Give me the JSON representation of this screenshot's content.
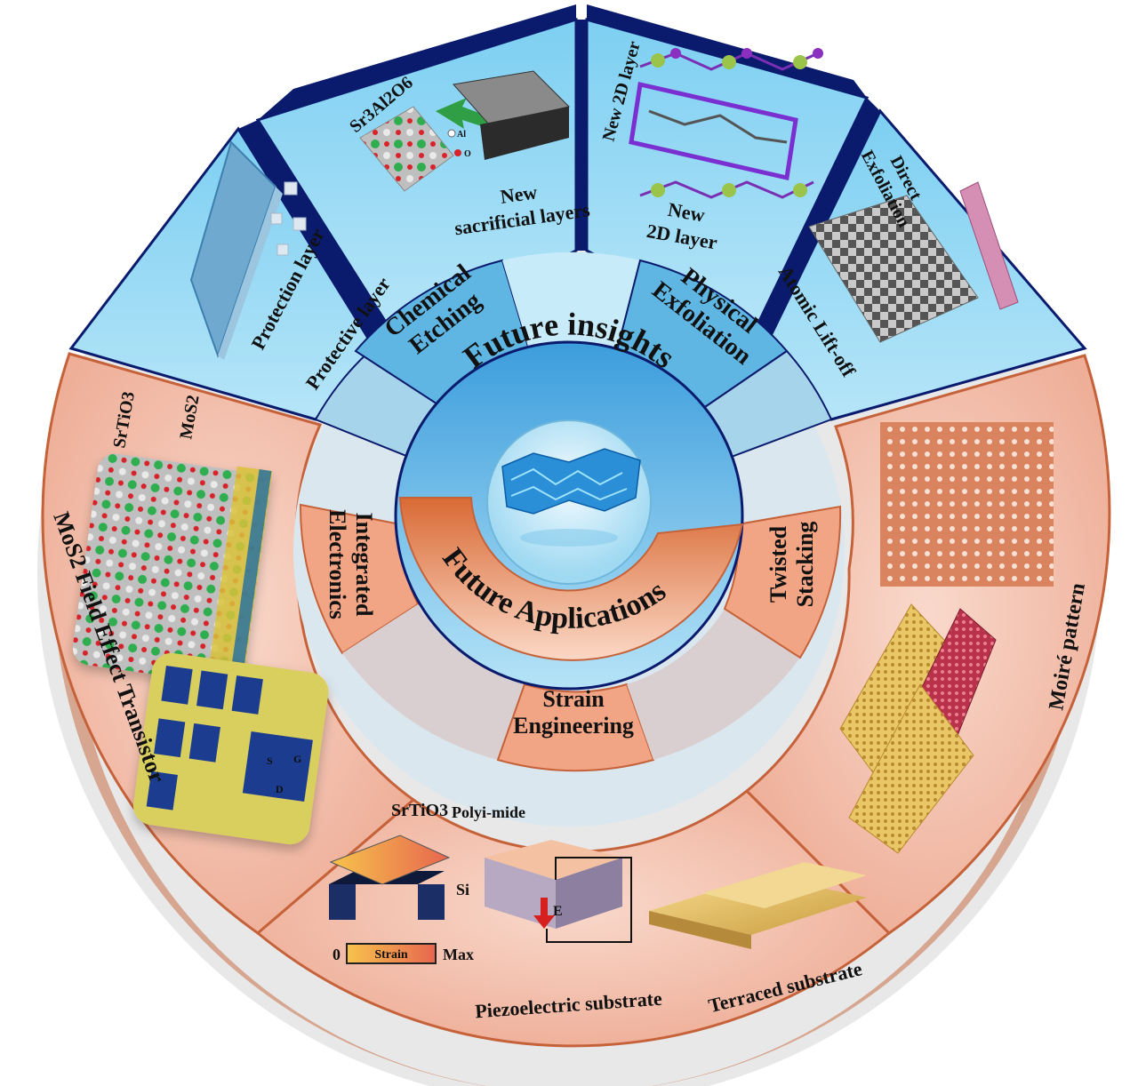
{
  "center": {
    "top_label": "Future insights",
    "bottom_label": "Future Applications"
  },
  "insights": {
    "chemical_etching": "Chemical Etching",
    "physical_exfoliation": "Physical Exfoliation",
    "protective_layer": "Protective layer",
    "protection_layer": "Protection layer",
    "new_sacrificial_layers": "New sacrificial layers",
    "sr3al2o6": "Sr3Al2O6",
    "new_2d_layer_top": "New 2D layer",
    "new_2d_layer_bottom": "New 2D layer",
    "atomic_lift_off": "Atomic Lift-off",
    "direct_exfoliation": "Direct Exfoliation",
    "legend_al": "Al",
    "legend_o": "O"
  },
  "applications": {
    "integrated_electronics": "Integrated Electronics",
    "twisted_stacking": "Twisted Stacking",
    "strain_engineering": "Strain Engineering",
    "mos2_fet": "MoS2 Field Effect Transistor",
    "srtio3_label": "SrTiO3",
    "mos2_label": "MoS2",
    "moire_pattern": "Moiré pattern",
    "srtio3_strain": "SrTiO3",
    "polyimide": "Polyi-mide",
    "si": "Si",
    "strain_bar_label": "Strain",
    "strain_min": "0",
    "strain_max": "Max",
    "piezoelectric_substrate": "Piezoelectric  substrate",
    "terraced_substrate": "Terraced substrate",
    "device_s": "S",
    "device_g": "G",
    "device_d": "D",
    "field_e": "E"
  },
  "colors": {
    "blue_panel": "#8fd3f1",
    "blue_dark": "#0a1b6e",
    "salmon_panel": "#f3b9a5",
    "orange_ring": "#e98654",
    "salmon_border": "#d06a3f"
  }
}
